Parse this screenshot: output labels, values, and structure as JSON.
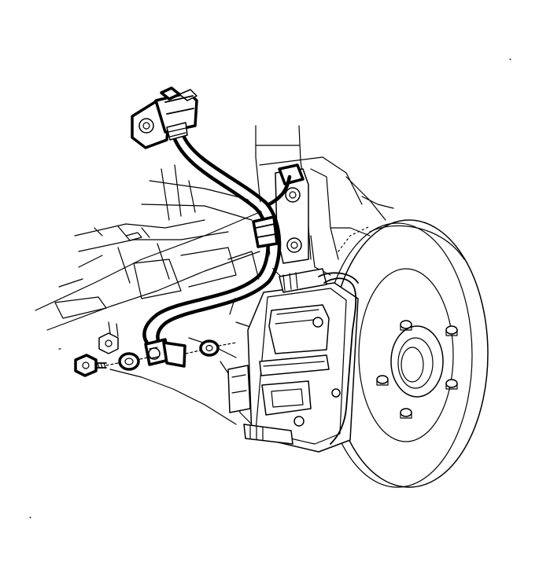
{
  "colors": {
    "line": "#000000",
    "background": "#ffffff"
  },
  "diagram": {
    "subject": "brake-hose-assembly",
    "parts": [
      "brake-hose",
      "hose-bracket-fitting",
      "banjo-bolt",
      "sealing-washer",
      "brake-caliper",
      "brake-rotor",
      "wheel-hub",
      "steering-knuckle",
      "lower-control-arm"
    ]
  }
}
